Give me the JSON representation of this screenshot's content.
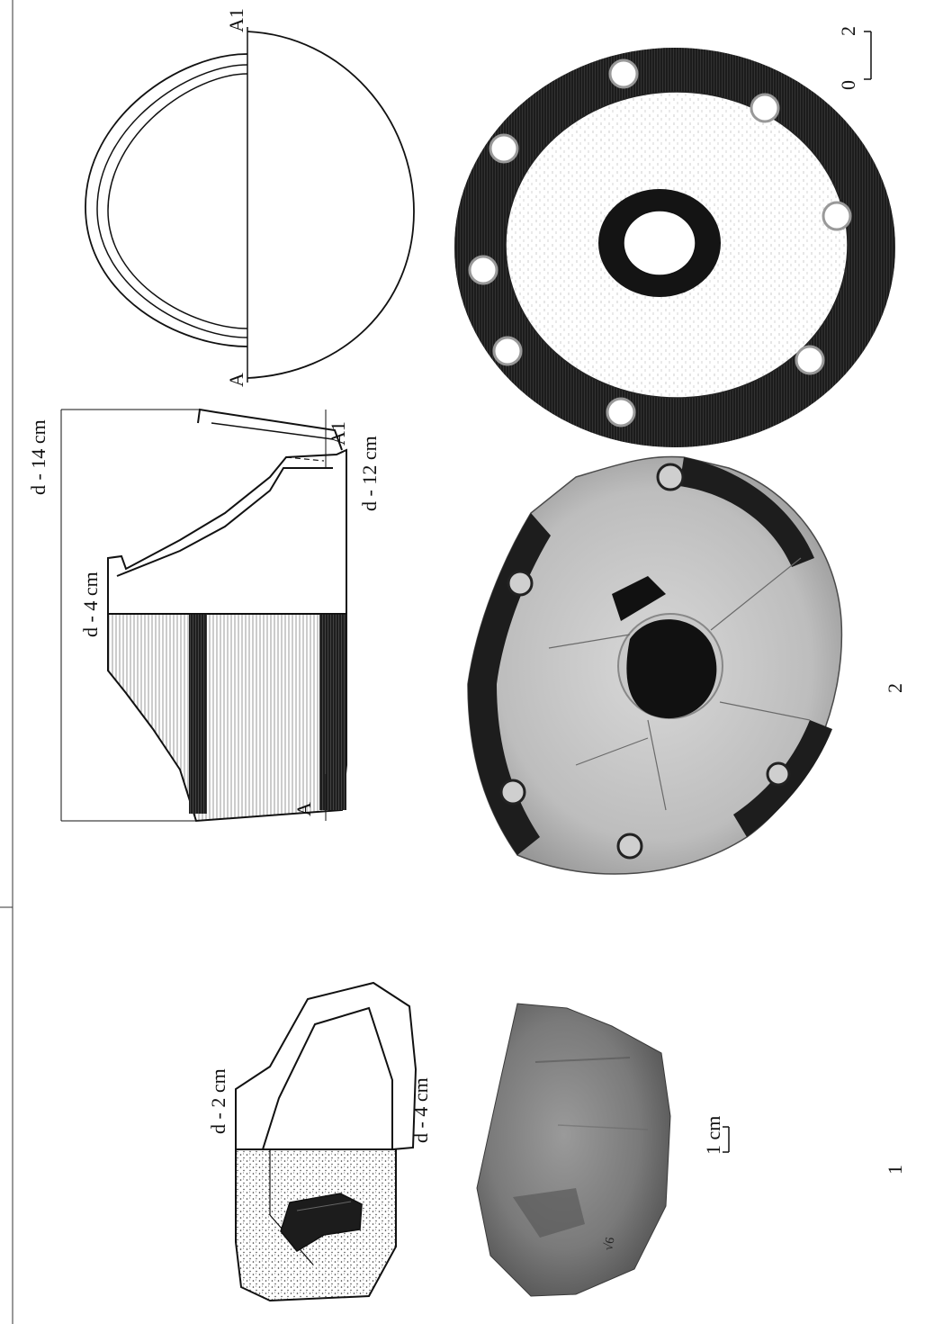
{
  "figure": {
    "group_1": {
      "number": "1",
      "labels": {
        "d_top": "d - 2 cm",
        "d_bottom": "d - 4 cm"
      },
      "scale_bar": "1 cm"
    },
    "group_2": {
      "number": "2",
      "labels": {
        "d_top": "d - 4 cm",
        "d_span": "d - 14 cm",
        "d_bottom": "d - 12 cm",
        "section_a": "A",
        "section_a1": "A1",
        "plan_a": "A",
        "plan_a1": "A1"
      },
      "scale_bar": {
        "min": "0",
        "max": "2"
      }
    }
  }
}
